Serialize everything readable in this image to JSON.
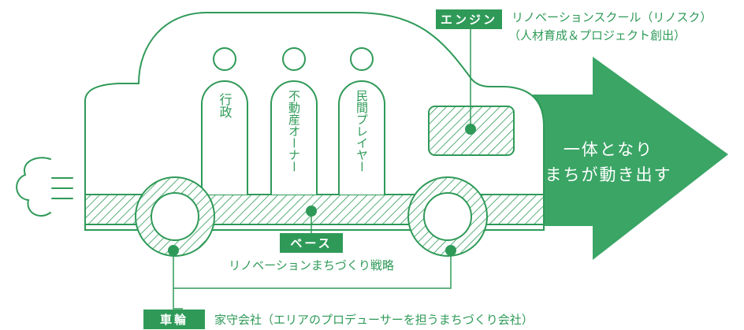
{
  "colors": {
    "primary": "#2f9a58",
    "arrow": "#3aa565",
    "background": "#ffffff"
  },
  "engine": {
    "tag": "エンジン",
    "title": "リノベーションスクール（リノスク）",
    "subtitle": "（人材育成＆プロジェクト創出）"
  },
  "passengers": [
    {
      "label": "行政"
    },
    {
      "label": "不動産オーナー"
    },
    {
      "label": "民間プレイヤー"
    }
  ],
  "base": {
    "tag": "ベース",
    "description": "リノベーションまちづくり戦略"
  },
  "wheels": {
    "tag": "車輪",
    "description": "家守会社（エリアのプロデューサーを担うまちづくり会社）"
  },
  "arrow": {
    "line1": "一体となり",
    "line2": "まちが動き出す"
  },
  "icons": {
    "exhaust": "exhaust-cloud-icon",
    "car": "car-outline-icon"
  }
}
